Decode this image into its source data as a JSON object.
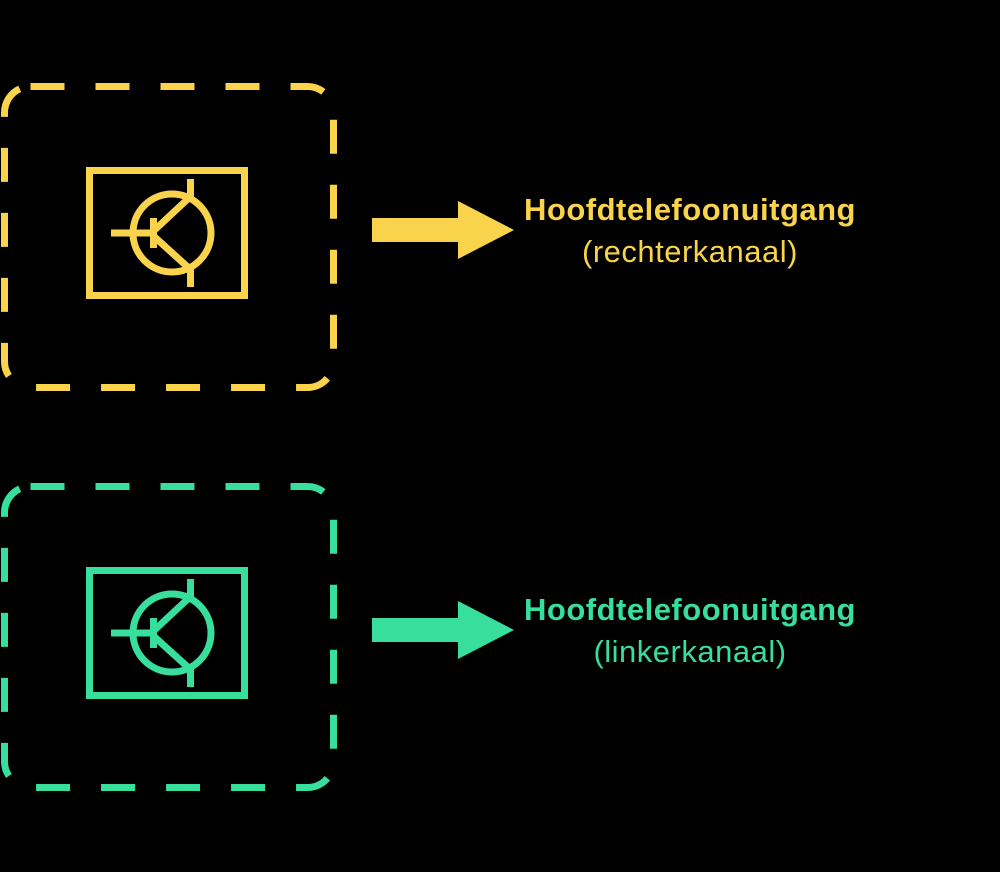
{
  "colors": {
    "yellow": "#F8D34B",
    "green": "#37DE9C",
    "background": "#000000"
  },
  "rows": [
    {
      "color": "yellow",
      "box_icon": "transistor-icon",
      "pointer_icon": "arrow-right-icon",
      "title": "Hoofdtelefoonuitgang",
      "subtitle": "(rechterkanaal)"
    },
    {
      "color": "green",
      "box_icon": "transistor-icon",
      "pointer_icon": "arrow-right-icon",
      "title": "Hoofdtelefoonuitgang",
      "subtitle": "(linkerkanaal)"
    }
  ]
}
